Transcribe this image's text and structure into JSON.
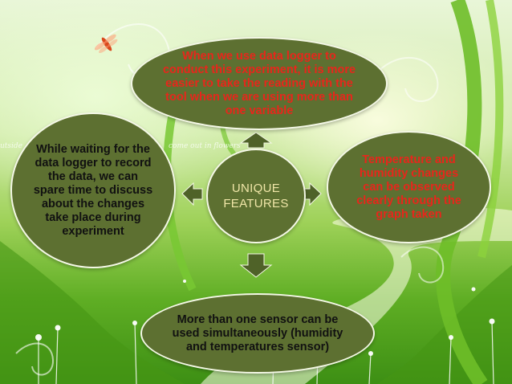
{
  "diagram": {
    "center_label": "UNIQUE FEATURES",
    "top": "When we use data logger to conduct this experiment, it is more easier to take the reading with the tool when we are using more than one variable",
    "left": "While waiting for the data logger to record the data, we can spare time to discuss about the changes take place during experiment",
    "right": "Temperature and humidity changes can be observed clearly through the graph taken",
    "bottom": "More than one sensor can be used simultaneously (humidity and temperatures  sensor)"
  },
  "background_text": {
    "left_fragment": "utside",
    "right_fragment": "come out in flowers"
  },
  "colors": {
    "oval_fill": "#5d7031",
    "oval_border": "#f4f8e6",
    "red_text": "#e8261b",
    "center_text": "#f0e6a8",
    "arrow": "#4f6228"
  }
}
